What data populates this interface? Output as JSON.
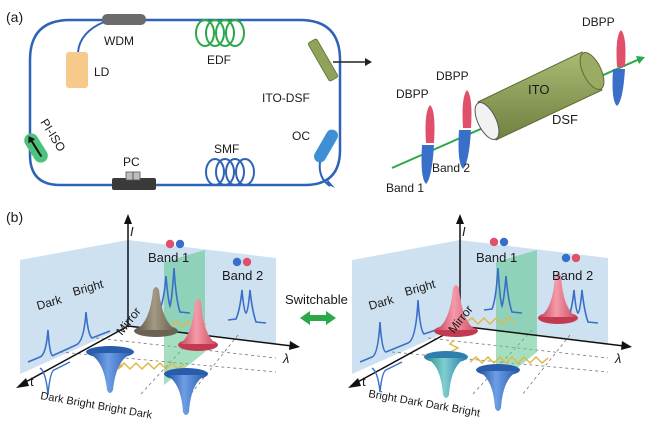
{
  "panel_a": {
    "label": "(a)",
    "components": {
      "wdm": "WDM",
      "ld": "LD",
      "edf": "EDF",
      "ito_dsf": "ITO-DSF",
      "pi_iso": "PI-ISO",
      "pc": "PC",
      "smf": "SMF",
      "oc": "OC"
    },
    "inset": {
      "ito": "ITO",
      "dsf": "DSF",
      "dbpp_labels": [
        "DBPP",
        "DBPP",
        "DBPP"
      ],
      "band1": "Band 1",
      "band2": "Band 2"
    }
  },
  "panel_b": {
    "label": "(b)",
    "switch_label": "Switchable",
    "left": {
      "intensity_axis": "I",
      "wavelength_axis": "λ",
      "time_axis": "t",
      "back_dark": "Dark",
      "back_bright": "Bright",
      "band1": "Band 1",
      "band2": "Band 2",
      "mirror": "Mirror",
      "bottom_labels": "Dark Bright Bright Dark"
    },
    "right": {
      "intensity_axis": "I",
      "wavelength_axis": "λ",
      "time_axis": "t",
      "back_dark": "Dark",
      "back_bright": "Bright",
      "band1": "Band 1",
      "band2": "Band 2",
      "mirror": "Mirror",
      "bottom_labels": "Bright Dark Dark Bright"
    }
  },
  "colors": {
    "fiber": "#2f63b8",
    "edf": "#2aa84a",
    "ld": "#f7c98b",
    "oc": "#3f8fd6",
    "pi_iso": "#4cc27a",
    "ito": "#8fa35a",
    "pulse_red": "#e0506a",
    "pulse_blue": "#3a6fc9",
    "plane": "#c6dcef",
    "mirror": "#5cc48a"
  }
}
